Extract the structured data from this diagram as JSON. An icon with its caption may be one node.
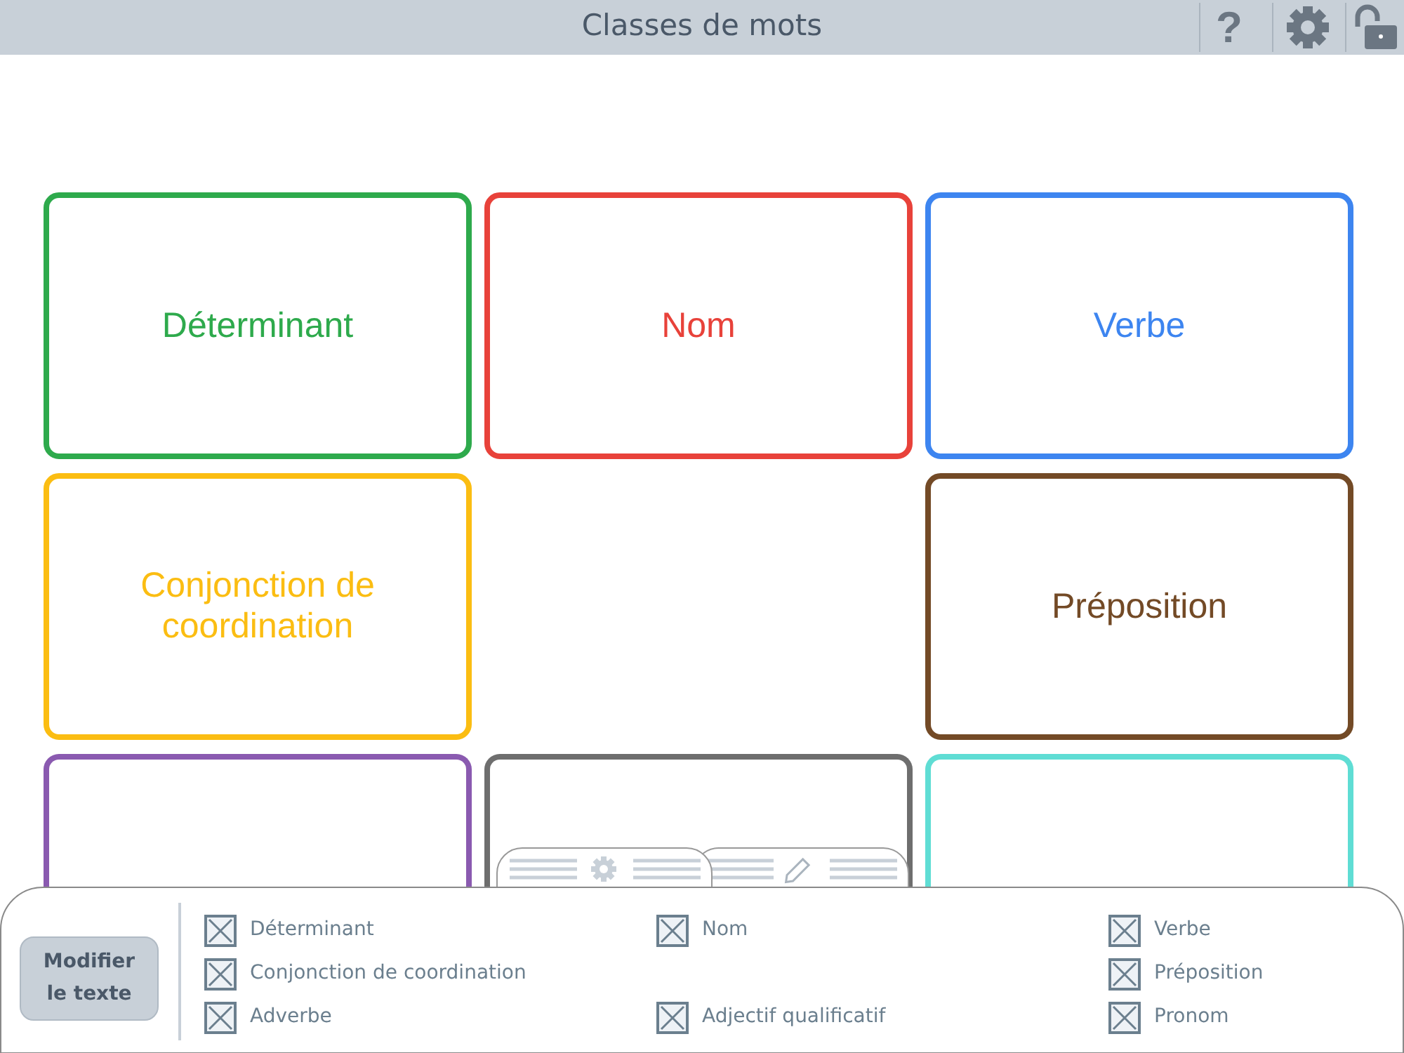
{
  "diagram": {
    "title": "Classes de mots",
    "nodes": [
      {
        "text": [
          "Déterminant"
        ]
      },
      {
        "text": [
          "Nom"
        ]
      },
      {
        "text": [
          "Verbe"
        ]
      },
      {
        "text": [
          "Conjonction de coordination"
        ]
      },
      {
        "text": [
          "Préposition"
        ]
      },
      {
        "text": [],
        "shape": "box"
      },
      {
        "text": [],
        "shape": "box"
      },
      {
        "text": [],
        "shape": "box"
      }
    ],
    "labels": [
      "?",
      "Modifier le texte",
      "Déterminant",
      "Nom",
      "Verbe",
      "Conjonction de coordination",
      "Préposition",
      "Adverbe",
      "Adjectif qualificatif",
      "Pronom"
    ]
  }
}
